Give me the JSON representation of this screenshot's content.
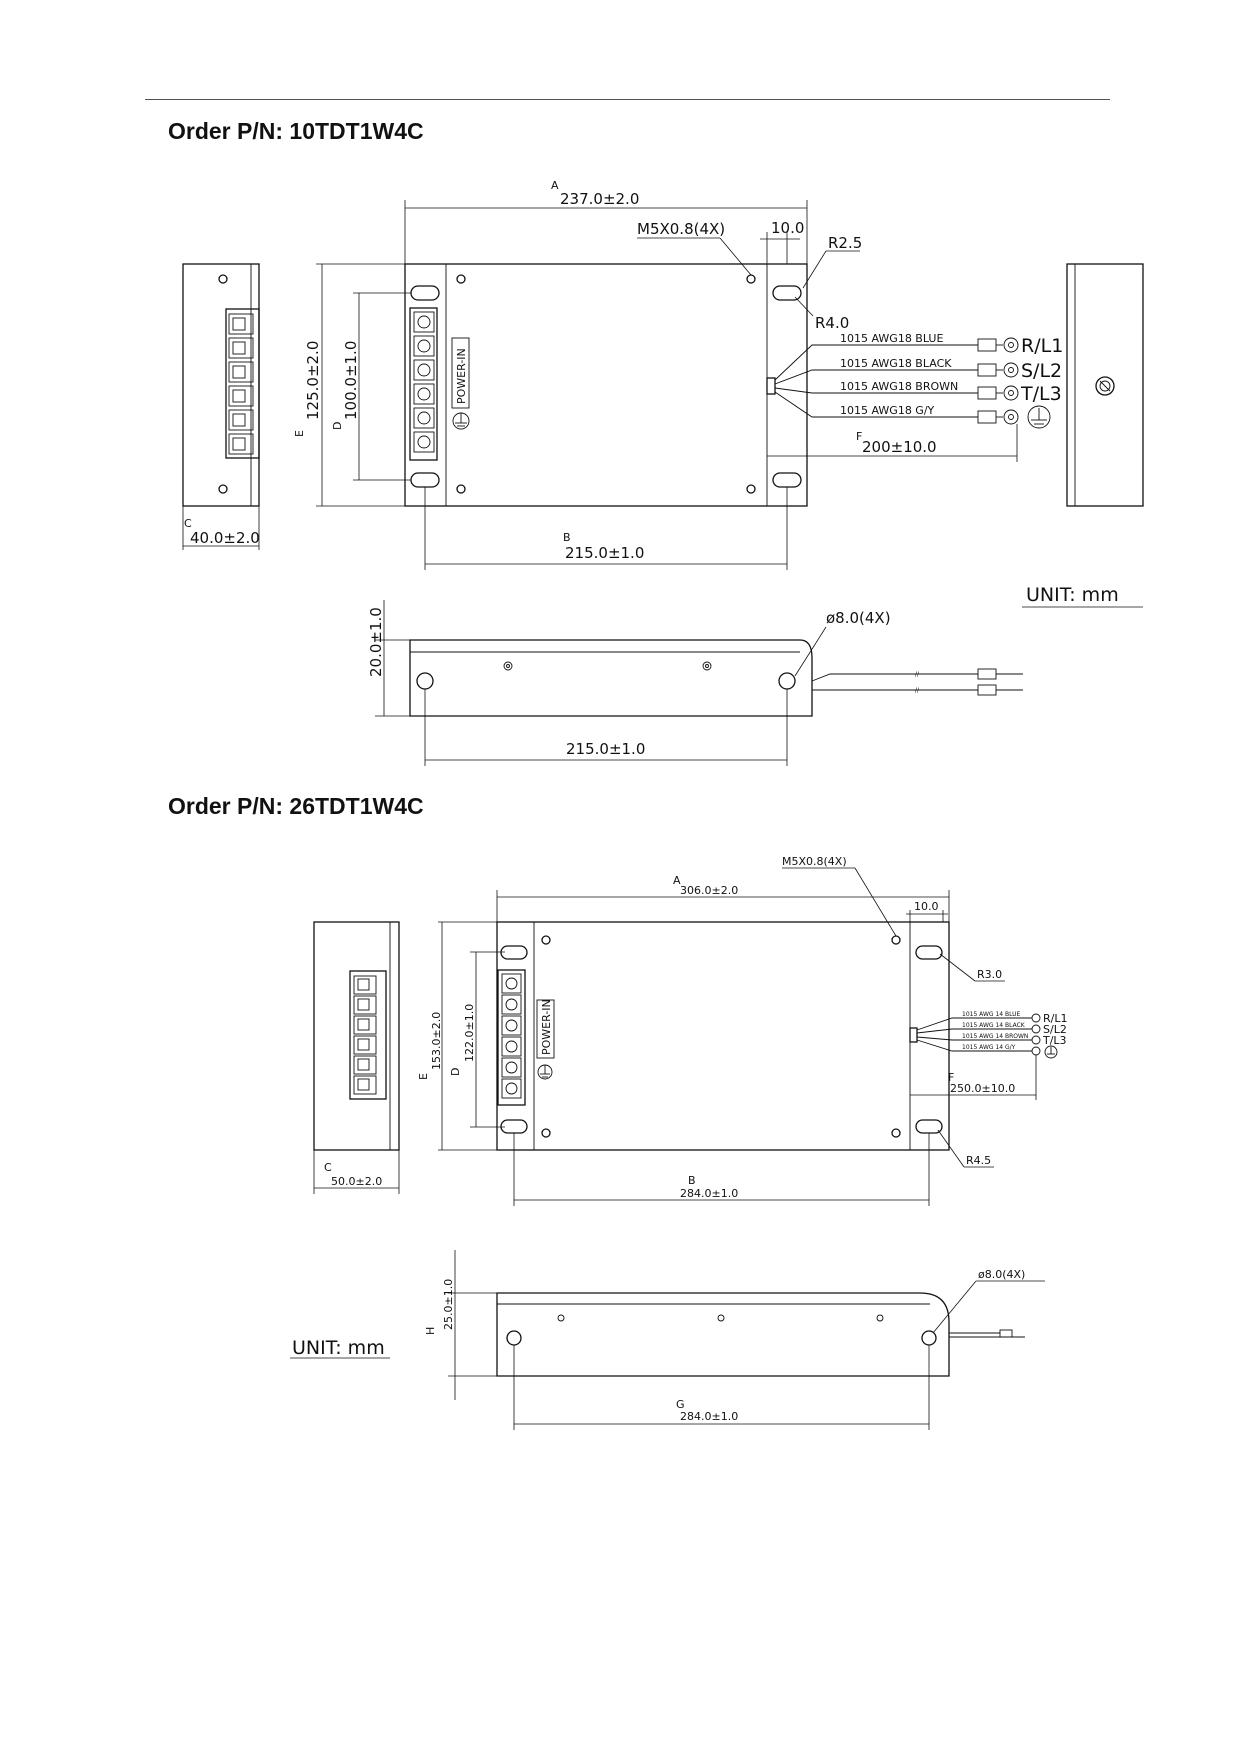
{
  "drawing1": {
    "heading": "Order P/N: 10TDT1W4C",
    "dim_a": {
      "letter": "A",
      "value": "237.0±2.0"
    },
    "dim_b": {
      "letter": "B",
      "value": "215.0±1.0"
    },
    "dim_c": {
      "letter": "C",
      "value": "40.0±2.0"
    },
    "dim_d": {
      "letter": "D",
      "value": "100.0±1.0"
    },
    "dim_e": {
      "letter": "E",
      "value": "125.0±2.0"
    },
    "dim_f": {
      "letter": "F",
      "value": "200±10.0"
    },
    "dim_h": "20.0±1.0",
    "dim_g": "215.0±1.0",
    "thread": "M5X0.8(4X)",
    "tab_width": "10.0",
    "radius_1": "R2.5",
    "radius_2": "R4.0",
    "hole": "ø8.0(4X)",
    "power_in": "POWER-IN",
    "unit": "UNIT: mm",
    "wires": [
      {
        "spec": "1015 AWG18 BLUE",
        "terminal": "R/L1"
      },
      {
        "spec": "1015 AWG18 BLACK",
        "terminal": "S/L2"
      },
      {
        "spec": "1015 AWG18 BROWN",
        "terminal": "T/L3"
      },
      {
        "spec": "1015 AWG18 G/Y",
        "terminal": ""
      }
    ]
  },
  "drawing2": {
    "heading": "Order P/N: 26TDT1W4C",
    "dim_a": {
      "letter": "A",
      "value": "306.0±2.0"
    },
    "dim_b": {
      "letter": "B",
      "value": "284.0±1.0"
    },
    "dim_c": {
      "letter": "C",
      "value": "50.0±2.0"
    },
    "dim_d": {
      "letter": "D",
      "value": "122.0±1.0"
    },
    "dim_e": {
      "letter": "E",
      "value": "153.0±2.0"
    },
    "dim_f": {
      "letter": "F",
      "value": "250.0±10.0"
    },
    "dim_g": {
      "letter": "G",
      "value": "284.0±1.0"
    },
    "dim_h": {
      "letter": "H",
      "value": "25.0±1.0"
    },
    "thread": "M5X0.8(4X)",
    "tab_width": "10.0",
    "radius_1": "R3.0",
    "radius_2": "R4.5",
    "hole": "ø8.0(4X)",
    "power_in": "POWER-IN",
    "unit": "UNIT: mm",
    "wires": [
      {
        "spec": "1015 AWG 14 BLUE",
        "terminal": "R/L1"
      },
      {
        "spec": "1015 AWG 14 BLACK",
        "terminal": "S/L2"
      },
      {
        "spec": "1015 AWG 14 BROWN",
        "terminal": "T/L3"
      },
      {
        "spec": "1015 AWG 14 G/Y",
        "terminal": ""
      }
    ]
  },
  "icons": {
    "ground": "ground-icon",
    "screw": "screw-icon",
    "mount_hole": "mount-hole-icon"
  }
}
